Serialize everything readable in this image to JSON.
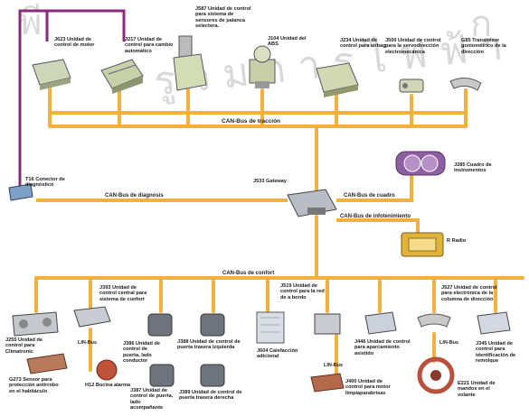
{
  "watermark": {
    "left": "พี",
    "middle": "รู ว ม ก า ร ไ ฟ ฟ้ า",
    "right": "กุ"
  },
  "buses": {
    "traccion": "CAN-Bus de tracción",
    "diagnosis": "CAN-Bus de diagnosis",
    "cuadro": "CAN-Bus de cuadro",
    "infotenimiento": "CAN-Bus de infotenimiento",
    "confort": "CAN-Bus de confort",
    "lin1": "LIN-Bus",
    "lin2": "LIN-Bus",
    "lin3": "LIN-Bus"
  },
  "modules": {
    "j623": "J623 Unidad de control de motor",
    "j217": "J217 Unidad de control para cambio automático",
    "j587": "J587 Unidad de control para sistema de sensores de palanca selectora.",
    "j104": "J104 Unidad del ABS",
    "j234": "J234 Unidad de control para airbag",
    "j500": "J500 Unidad de control para la servodirección electromecánica",
    "g85": "G85 Transmisor goniométrico de la dirección",
    "t16": "T16 Conector de diagnóstico",
    "j533": "J533 Gateway",
    "j285": "J285 Cuadro de instrumentos",
    "radio": "R Radio",
    "j255": "J255 Unidad de control para Climatronic",
    "g273": "G273 Sensor para protección antirrobo en el habitáculo",
    "h12": "H12 Bocina alarma",
    "j393": "J393 Unidad de control central para sistema de confort",
    "j386": "J386 Unidad de control de puerta, lado conductor",
    "j387": "J387 Unidad de control de puerta, lado acompañante",
    "j388": "J388 Unidad de control de puerta trasera izquierda",
    "j389": "J389 Unidad de control de puerta trasera derecha",
    "j519": "J519 Unidad de control para la red de a bordo",
    "j604": "J604 Calefacción adicional",
    "j400": "J400 Unidad de control para motor limpiaparabrisas",
    "j446": "J446 Unidad de control para aparcamiento asistido",
    "j527": "J527 Unidad de control para electrónica de la columna de dirección",
    "e221": "E221 Unidad de mandos en el volante",
    "j345": "J345 Unidad de control para identificación de remolque"
  },
  "colors": {
    "bus_orange": "#f4b03c",
    "diag_purple": "#8a2a7a",
    "cluster_purple": "#8c5fa0",
    "radio_yellow": "#e0b43a",
    "wheel_red": "#b8503c"
  }
}
